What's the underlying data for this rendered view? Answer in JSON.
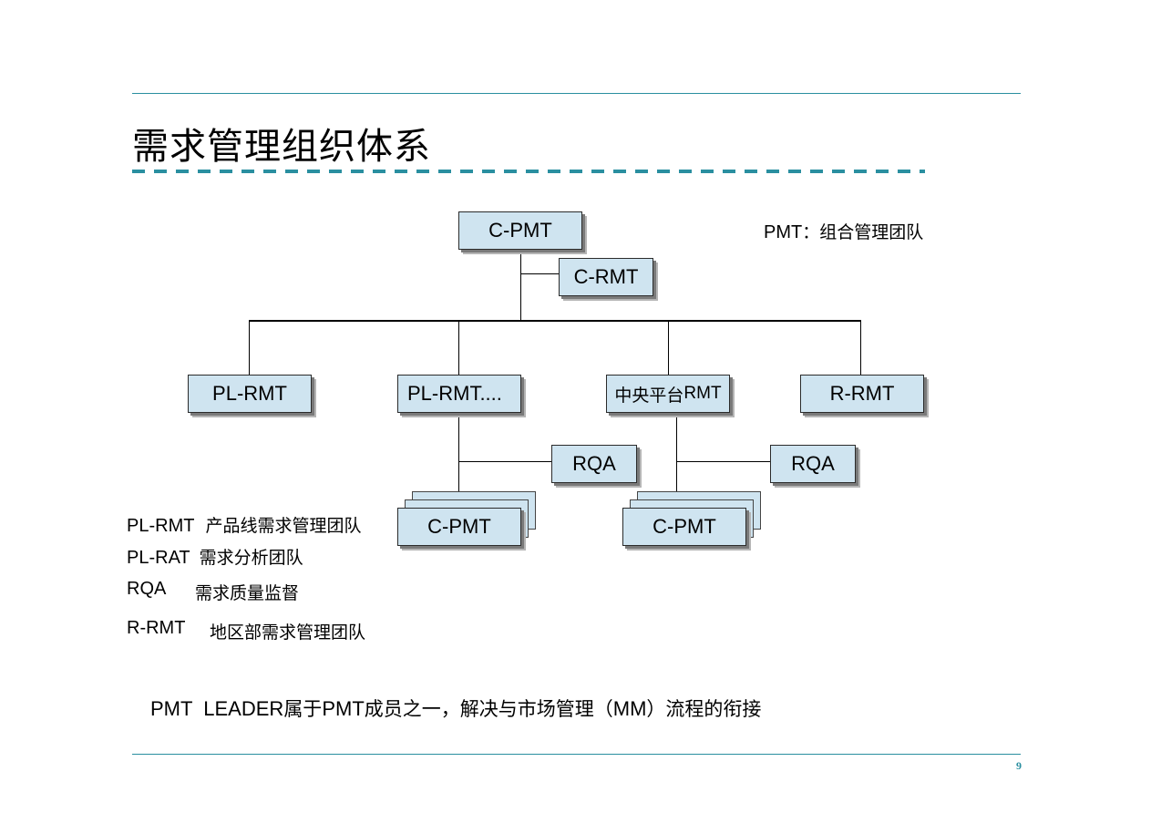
{
  "title": "需求管理组织体系",
  "nodes": {
    "root": "C-PMT",
    "root_side": "C-RMT",
    "pl_rmt": "PL-RMT",
    "pl_rmt_more": "PL-RMT....",
    "platform_prefix": "中央平台",
    "platform_suffix": "RMT",
    "r_rmt": "R-RMT",
    "rqa_left": "RQA",
    "rqa_right": "RQA",
    "cpmt_left": "C-PMT",
    "cpmt_right": "C-PMT"
  },
  "pmt_note": {
    "term": "PMT",
    "sep": "：",
    "desc": "组合管理团队"
  },
  "legend": [
    {
      "term": "PL-RMT",
      "desc": "产品线需求管理团队"
    },
    {
      "term": "PL-RAT",
      "desc": "需求分析团队"
    },
    {
      "term": "RQA",
      "desc": "需求质量监督"
    },
    {
      "term": "R-RMT",
      "desc": "地区部需求管理团队"
    }
  ],
  "footnote": {
    "part1": "PMT  LEADER",
    "part2": "属于",
    "part3": "PMT",
    "part4": "成员之一，解决与市场管理（",
    "part5": "MM",
    "part6": "）流程的衔接"
  },
  "page_number": "9",
  "colors": {
    "accent": "#2a8fa0",
    "box_fill": "#cfe4f0"
  }
}
